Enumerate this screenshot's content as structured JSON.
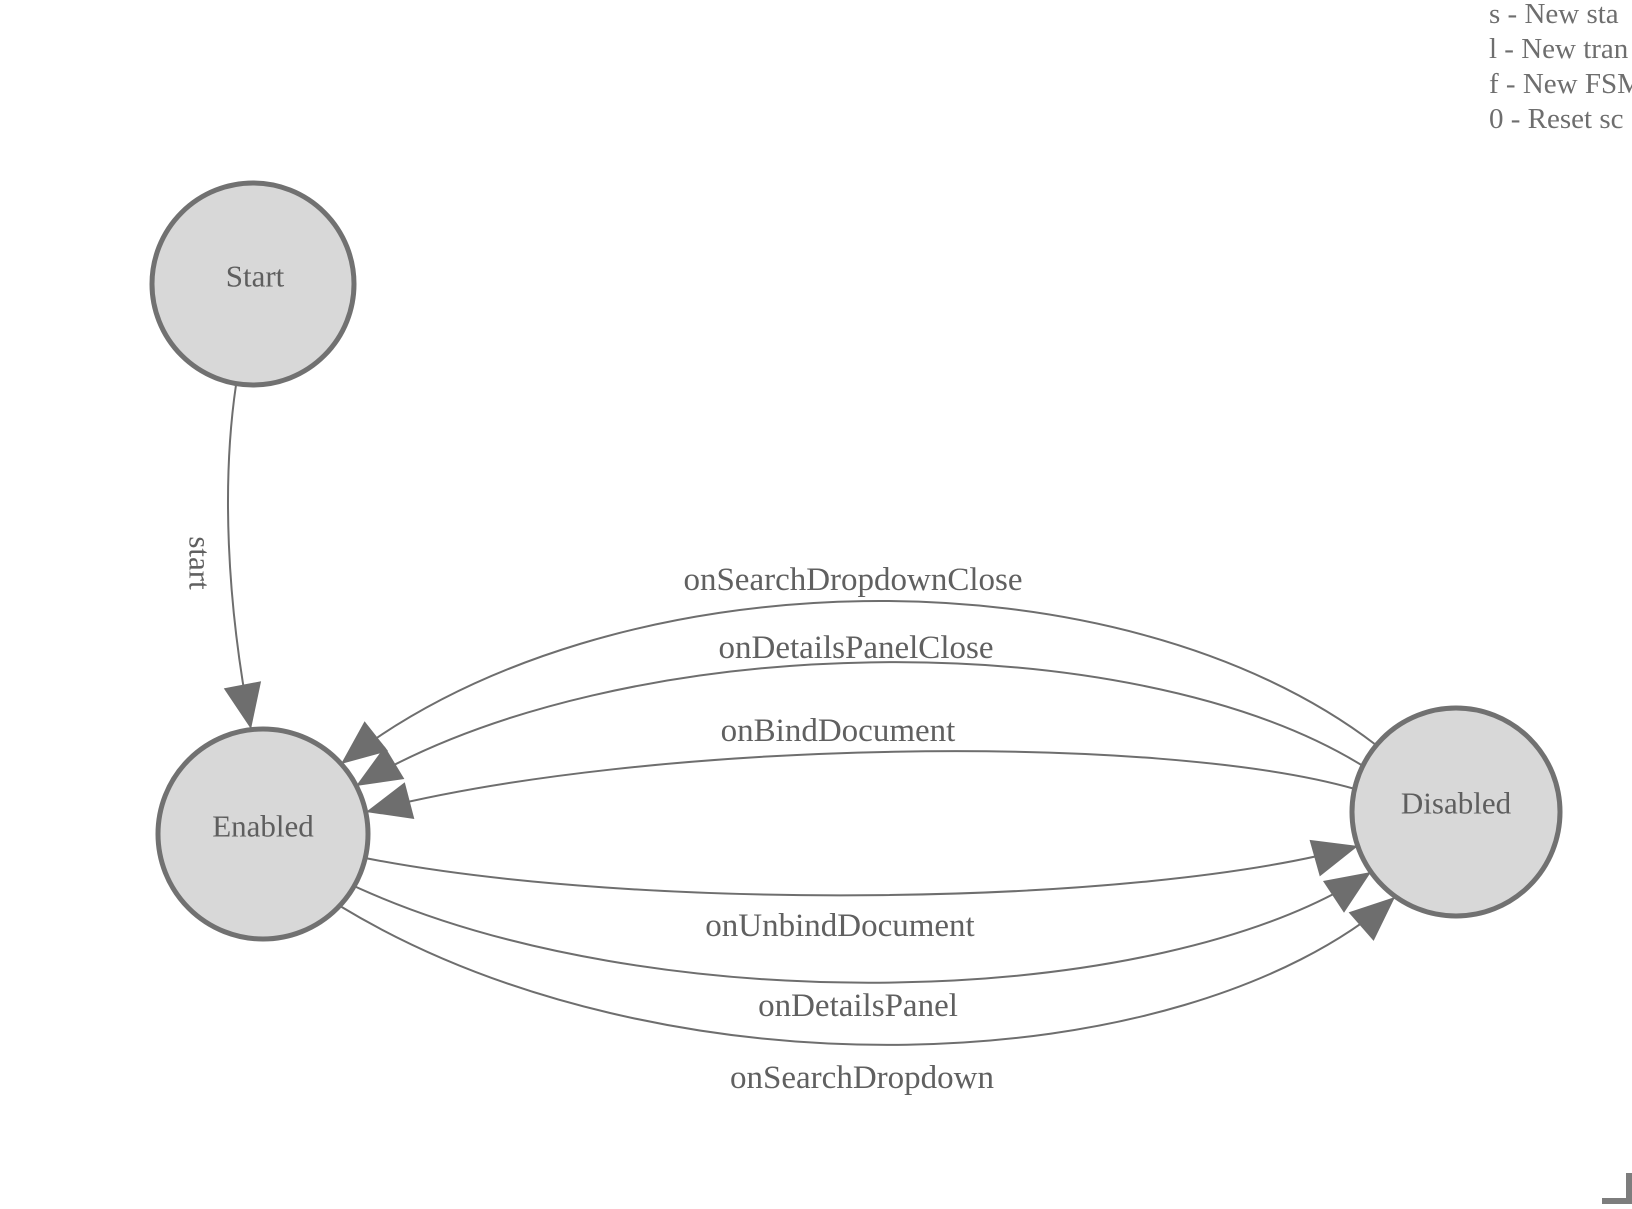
{
  "legend": {
    "lines": [
      "s - New sta",
      "l - New tran",
      "f - New FSM",
      "0 - Reset sc"
    ]
  },
  "diagram": {
    "states": [
      {
        "id": "start",
        "label": "Start"
      },
      {
        "id": "enabled",
        "label": "Enabled"
      },
      {
        "id": "disabled",
        "label": "Disabled"
      }
    ],
    "transitions": [
      {
        "label": "start",
        "from": "Start",
        "to": "Enabled"
      },
      {
        "label": "onSearchDropdownClose",
        "from": "Disabled",
        "to": "Enabled"
      },
      {
        "label": "onDetailsPanelClose",
        "from": "Disabled",
        "to": "Enabled"
      },
      {
        "label": "onBindDocument",
        "from": "Disabled",
        "to": "Enabled"
      },
      {
        "label": "onUnbindDocument",
        "from": "Enabled",
        "to": "Disabled"
      },
      {
        "label": "onDetailsPanel",
        "from": "Enabled",
        "to": "Disabled"
      },
      {
        "label": "onSearchDropdown",
        "from": "Enabled",
        "to": "Disabled"
      }
    ]
  },
  "colors": {
    "state_fill": "#d8d8d8",
    "state_stroke": "#717171",
    "edge_stroke": "#6e6e6e",
    "arrowhead_fill": "#6e6e6e",
    "text": "#606060",
    "legend_text": "#6e6e6e",
    "corner_widget": "#7d7d7d",
    "background": "#ffffff"
  }
}
